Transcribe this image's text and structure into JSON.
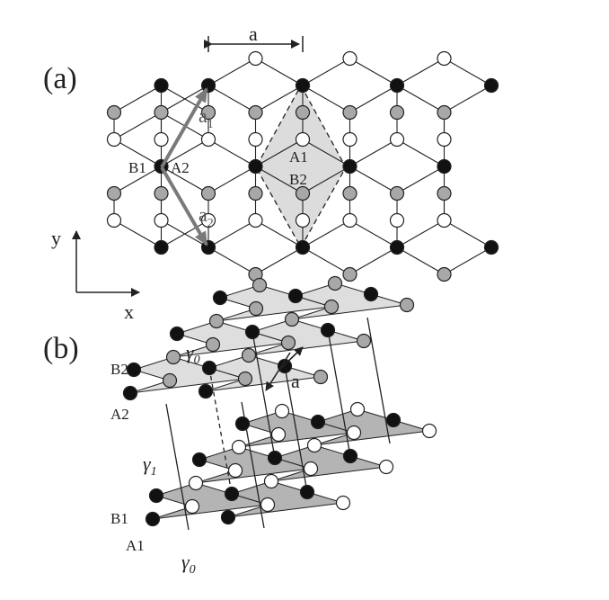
{
  "figure": {
    "panel_a_label": "(a)",
    "panel_b_label": "(b)",
    "lattice_constant_label": "a",
    "vector_a1_main": "a",
    "vector_a1_sub": "1",
    "vector_a2_main": "a",
    "vector_a2_sub": "2",
    "axis_x": "x",
    "axis_y": "y",
    "labels_a": {
      "B1": "B1",
      "A2": "A2",
      "A1": "A1",
      "B2": "B2"
    },
    "labels_b": {
      "B2": "B2",
      "A2": "A2",
      "B1": "B1",
      "A1": "A1"
    },
    "gamma0_top": "γ",
    "gamma0_top_sub": "0",
    "gamma1": "γ",
    "gamma1_sub": "1",
    "gamma0_bottom": "γ",
    "gamma0_bottom_sub": "0",
    "colors": {
      "black_atom": "#111111",
      "gray_atom": "#a8a8a8",
      "white_atom": "#ffffff",
      "bond": "#222222",
      "unit_cell_fill": "#dcdcdc",
      "top_layer_fill": "#dedede",
      "bottom_layer_fill": "#b4b4b4",
      "vector_arrow": "#7a7a7a"
    }
  }
}
